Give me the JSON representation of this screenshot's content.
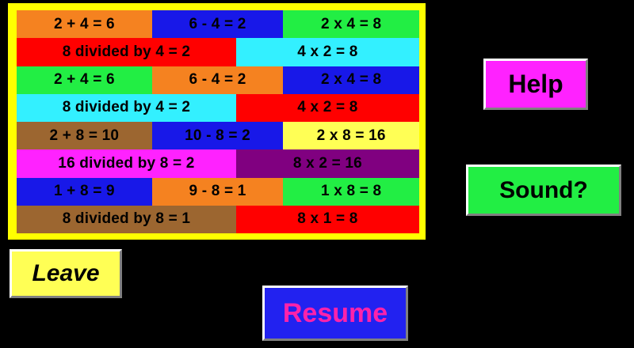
{
  "app": {
    "background_color": "#000000",
    "panel_border_color": "#FFFF00"
  },
  "facts_panel": {
    "rows": [
      {
        "layout": "3",
        "cells": [
          {
            "text": "2 + 4 = 6",
            "bg": "#F58220",
            "fg": "#000000"
          },
          {
            "text": "6 - 4 = 2",
            "bg": "#1818E8",
            "fg": "#000000"
          },
          {
            "text": "2 x 4 = 8",
            "bg": "#22EE44",
            "fg": "#000000"
          }
        ]
      },
      {
        "layout": "2",
        "cells": [
          {
            "text": "8 divided by 4 = 2",
            "bg": "#FF0000",
            "fg": "#000000"
          },
          {
            "text": "4 x 2 = 8",
            "bg": "#33F0FF",
            "fg": "#000000"
          }
        ]
      },
      {
        "layout": "3",
        "cells": [
          {
            "text": "2 + 4 = 6",
            "bg": "#22EE44",
            "fg": "#000000"
          },
          {
            "text": "6 - 4 = 2",
            "bg": "#F58220",
            "fg": "#000000"
          },
          {
            "text": "2 x 4 = 8",
            "bg": "#1818E8",
            "fg": "#000000"
          }
        ]
      },
      {
        "layout": "2",
        "cells": [
          {
            "text": "8 divided by 4 = 2",
            "bg": "#33F0FF",
            "fg": "#000000"
          },
          {
            "text": "4 x 2 = 8",
            "bg": "#FF0000",
            "fg": "#000000"
          }
        ]
      },
      {
        "layout": "3",
        "cells": [
          {
            "text": "2 + 8 = 10",
            "bg": "#9C6630",
            "fg": "#000000"
          },
          {
            "text": "10 - 8 = 2",
            "bg": "#1818E8",
            "fg": "#000000"
          },
          {
            "text": "2 x 8 = 16",
            "bg": "#FFFF55",
            "fg": "#000000"
          }
        ]
      },
      {
        "layout": "2",
        "cells": [
          {
            "text": "16 divided by 8 = 2",
            "bg": "#FF22FF",
            "fg": "#000000"
          },
          {
            "text": "8 x 2 = 16",
            "bg": "#800080",
            "fg": "#000000"
          }
        ]
      },
      {
        "layout": "3",
        "cells": [
          {
            "text": "1 + 8 = 9",
            "bg": "#1818E8",
            "fg": "#000000"
          },
          {
            "text": "9 - 8 = 1",
            "bg": "#F58220",
            "fg": "#000000"
          },
          {
            "text": "1 x 8 = 8",
            "bg": "#22EE44",
            "fg": "#000000"
          }
        ]
      },
      {
        "layout": "2",
        "cells": [
          {
            "text": "8 divided by 8 = 1",
            "bg": "#9C6630",
            "fg": "#000000"
          },
          {
            "text": "8 x 1 = 8",
            "bg": "#FF0000",
            "fg": "#000000"
          }
        ]
      }
    ]
  },
  "buttons": {
    "help": {
      "label": "Help",
      "bg": "#FF22FF",
      "fg": "#000000"
    },
    "sound": {
      "label": "Sound?",
      "bg": "#22EE44",
      "fg": "#000000"
    },
    "leave": {
      "label": "Leave",
      "bg": "#FFFF55",
      "fg": "#000000"
    },
    "resume": {
      "label": "Resume",
      "bg": "#2222F0",
      "fg": "#FF22AA"
    }
  }
}
